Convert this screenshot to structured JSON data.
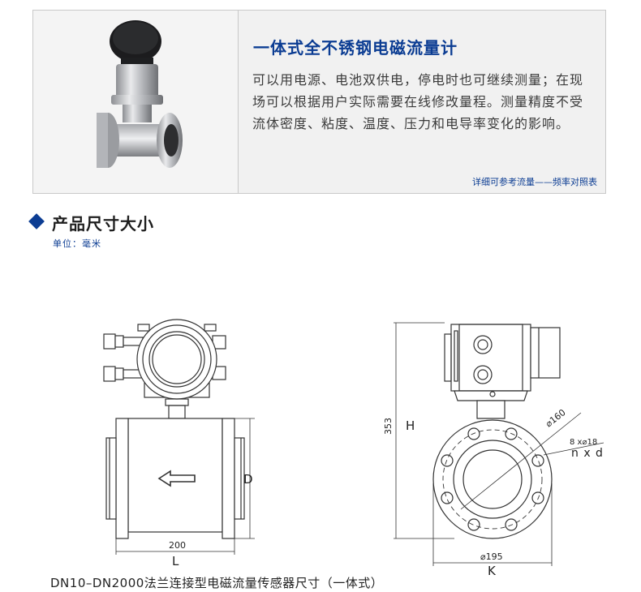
{
  "product": {
    "title": "一体式全不锈钢电磁流量计",
    "description": "可以用电源、电池双供电，停电时也可继续测量；在现场可以根据用户实际需要在线修改量程。测量精度不受流体密度、粘度、温度、压力和电导率变化的影响。",
    "note": "详细可参考流量——频率对照表"
  },
  "section": {
    "title": "产品尺寸大小",
    "unit": "单位：毫米"
  },
  "side_view": {
    "length_value": "200",
    "length_label": "L",
    "diameter_label": "D"
  },
  "end_view": {
    "height_value": "353",
    "height_label": "H",
    "bolt_circle": "⌀160",
    "bolt_holes": "8 x⌀18",
    "bolt_holes_label": "n x d",
    "flange_value": "⌀195",
    "flange_label": "K"
  },
  "caption": "DN10–DN2000法兰连接型电磁流量传感器尺寸（一体式）",
  "colors": {
    "accent": "#0c3d93",
    "line": "#333333"
  }
}
